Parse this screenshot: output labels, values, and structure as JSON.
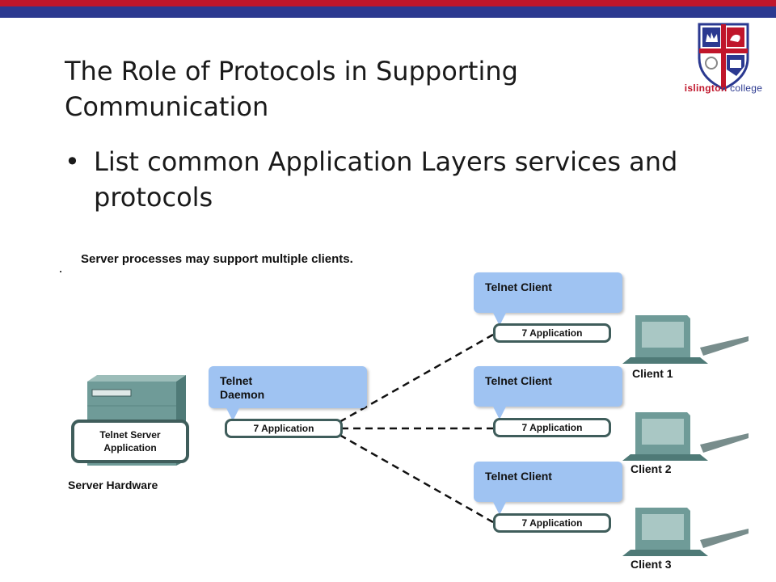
{
  "slide": {
    "title": "The Role of Protocols in Supporting Communication",
    "bullet": "List common Application Layers services and protocols"
  },
  "logo": {
    "name_part1": "islington",
    "name_part2": " college",
    "colors": {
      "red": "#c0162b",
      "blue": "#2b3990"
    }
  },
  "diagram": {
    "caption": "Server processes may support multiple clients.",
    "server": {
      "hardware_label": "Server Hardware",
      "app_label_line1": "Telnet Server",
      "app_label_line2": "Application",
      "daemon_line1": "Telnet",
      "daemon_line2": "Daemon",
      "layer": "7 Application"
    },
    "clients": [
      {
        "bubble": "Telnet Client",
        "layer": "7 Application",
        "label": "Client 1"
      },
      {
        "bubble": "Telnet Client",
        "layer": "7 Application",
        "label": "Client 2"
      },
      {
        "bubble": "Telnet Client",
        "layer": "7 Application",
        "label": "Client 3"
      }
    ],
    "colors": {
      "bubble": "#9fc3f2",
      "box_border": "#3f5d5b",
      "device": "#6f9b98"
    }
  }
}
